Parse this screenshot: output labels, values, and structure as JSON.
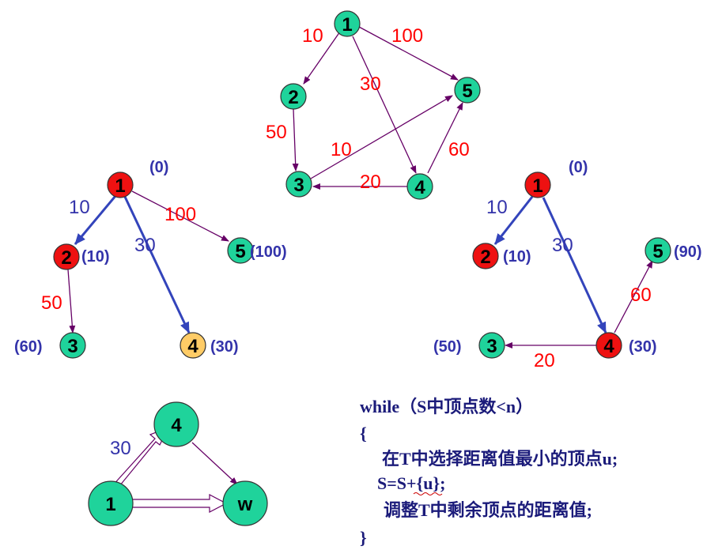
{
  "colors": {
    "green": "#1fd39b",
    "red": "#ee1111",
    "orange": "#ffcc66",
    "edge": "#660066",
    "blue_edge": "#3344bb",
    "weight_red": "#ff0000",
    "weight_blue": "#3333aa",
    "code": "#1b1b7a"
  },
  "graph_top": {
    "nodes": [
      "1",
      "2",
      "3",
      "4",
      "5"
    ],
    "weights": [
      "10",
      "100",
      "30",
      "50",
      "10",
      "60",
      "20"
    ]
  },
  "graph_left": {
    "nodes": [
      "1",
      "2",
      "3",
      "4",
      "5"
    ],
    "dists": [
      "(0)",
      "(10)",
      "(60)",
      "(30)",
      "(100)"
    ],
    "weights": [
      "10",
      "100",
      "30",
      "50"
    ]
  },
  "graph_right": {
    "nodes": [
      "1",
      "2",
      "3",
      "4",
      "5"
    ],
    "dists": [
      "(0)",
      "(10)",
      "(50)",
      "(30)",
      "(90)"
    ],
    "weights": [
      "10",
      "30",
      "60",
      "20"
    ]
  },
  "graph_small": {
    "nodes": [
      "4",
      "1",
      "w"
    ],
    "weight": "30"
  },
  "code": {
    "line1": "while（S中顶点数<n）",
    "line2": "{",
    "line3": "在T中选择距离值最小的顶点u;",
    "line4": "S=S+{u};",
    "line5": "调整T中剩余顶点的距离值;",
    "line6": "}"
  }
}
